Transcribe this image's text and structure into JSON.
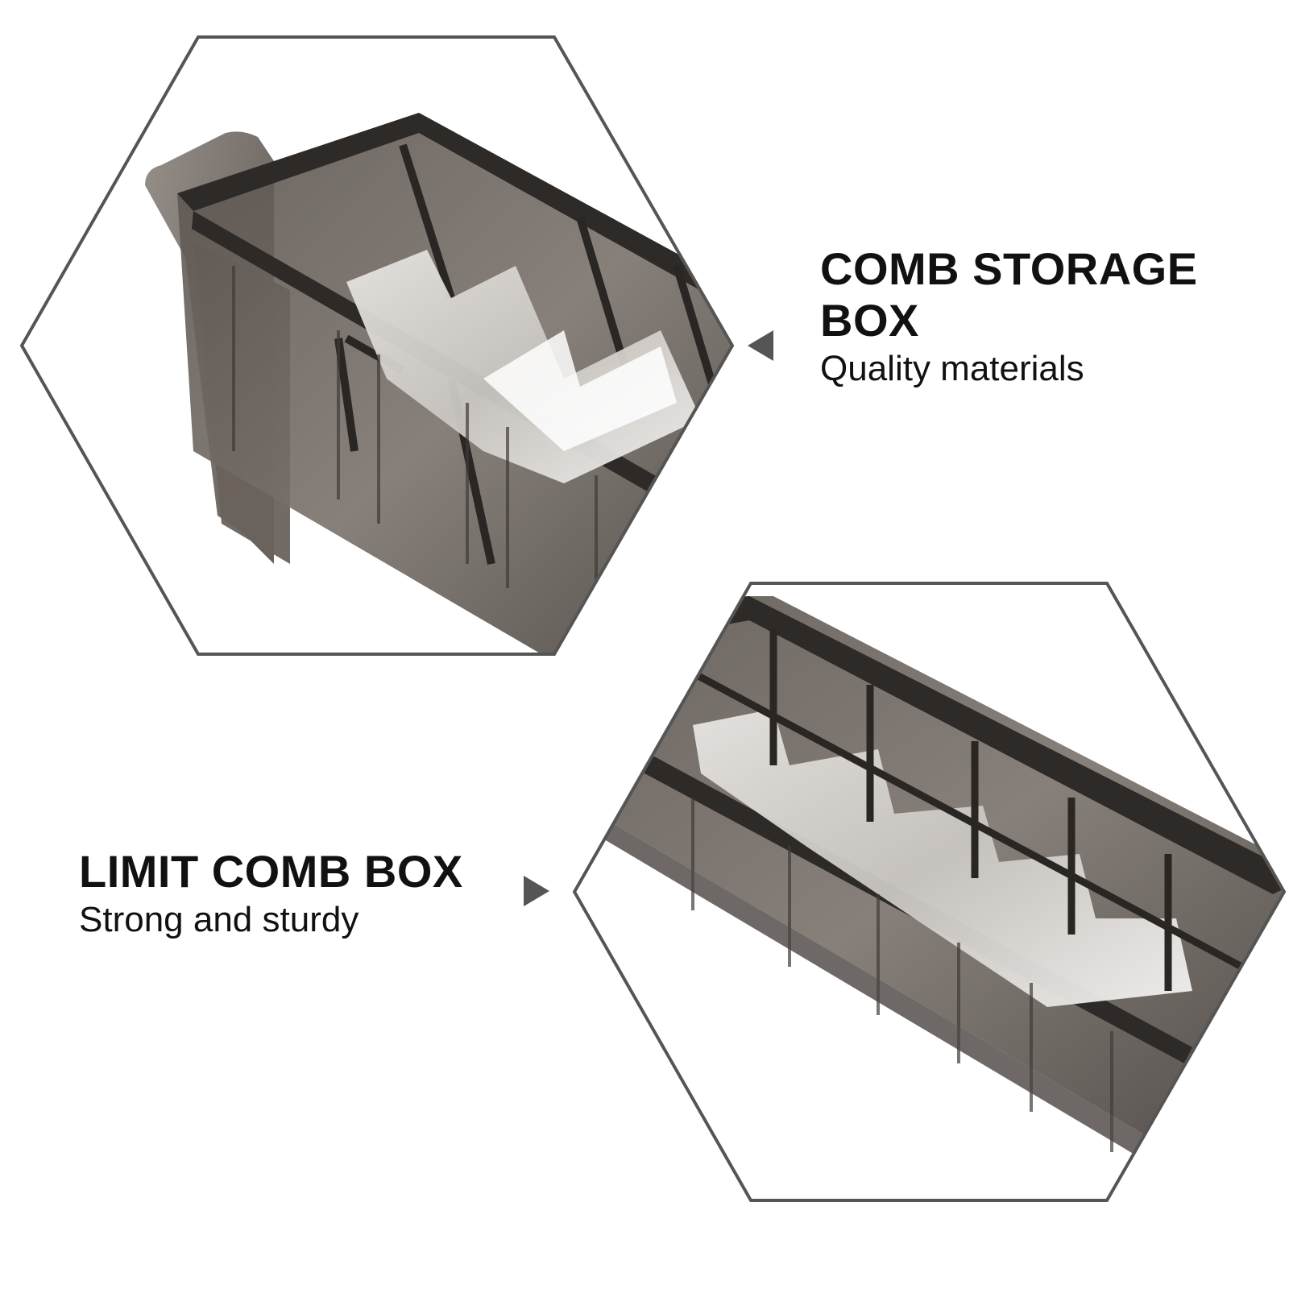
{
  "panels": [
    {
      "title": "COMB STORAGE BOX",
      "subtitle": "Quality materials",
      "pointer": "triangle-left"
    },
    {
      "title": "LIMIT COMB BOX",
      "subtitle": "Strong and sturdy",
      "pointer": "triangle-right"
    }
  ],
  "colors": {
    "hexagon_stroke": "#555555",
    "plastic_dark": "#3d3935",
    "plastic_mid": "#6e6660",
    "plastic_light": "#a29a92",
    "text": "#111111"
  }
}
